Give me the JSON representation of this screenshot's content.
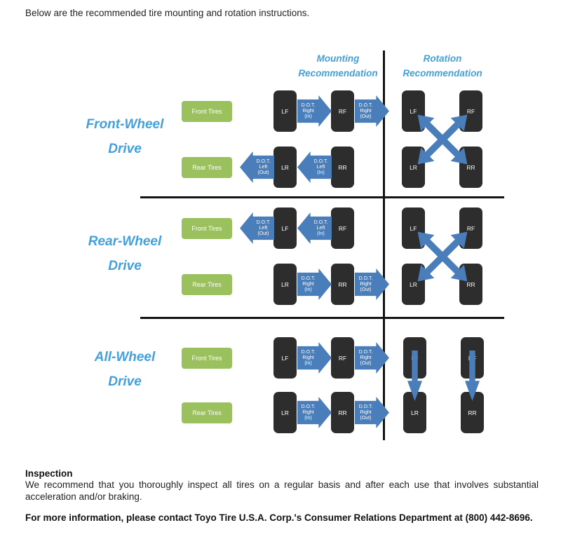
{
  "intro": "Below are the recommended tire mounting and rotation instructions.",
  "headers": {
    "mounting": "Mounting\nRecommendation",
    "rotation": "Rotation\nRecommendation"
  },
  "drives": {
    "fwd": "Front-Wheel\nDrive",
    "rwd": "Rear-Wheel\nDrive",
    "awd": "All-Wheel\nDrive"
  },
  "labels": {
    "front_tires": "Front Tires",
    "rear_tires": "Rear Tires"
  },
  "tires": {
    "lf": "LF",
    "rf": "RF",
    "lr": "LR",
    "rr": "RR"
  },
  "arrows": {
    "right_in": "D.O.T.\nRight\n(In)",
    "right_out": "D.O.T.\nRight\n(Out)",
    "left_in": "D.O.T.\nLeft\n(In)",
    "left_out": "D.O.T.\nLeft\n(Out)"
  },
  "footer": {
    "inspection_title": "Inspection",
    "inspection_body": "We recommend that you thoroughly inspect all tires on a regular basis and after each use that involves substantial acceleration and/or braking.",
    "contact": "For more information, please contact Toyo Tire U.S.A. Corp.'s Consumer Relations Department at (800) 442-8696."
  },
  "colors": {
    "accent_blue": "#41a0dd",
    "arrow_blue": "#4a7ebb",
    "tire_black": "#2d2d2d",
    "label_green": "#9bc05e"
  }
}
